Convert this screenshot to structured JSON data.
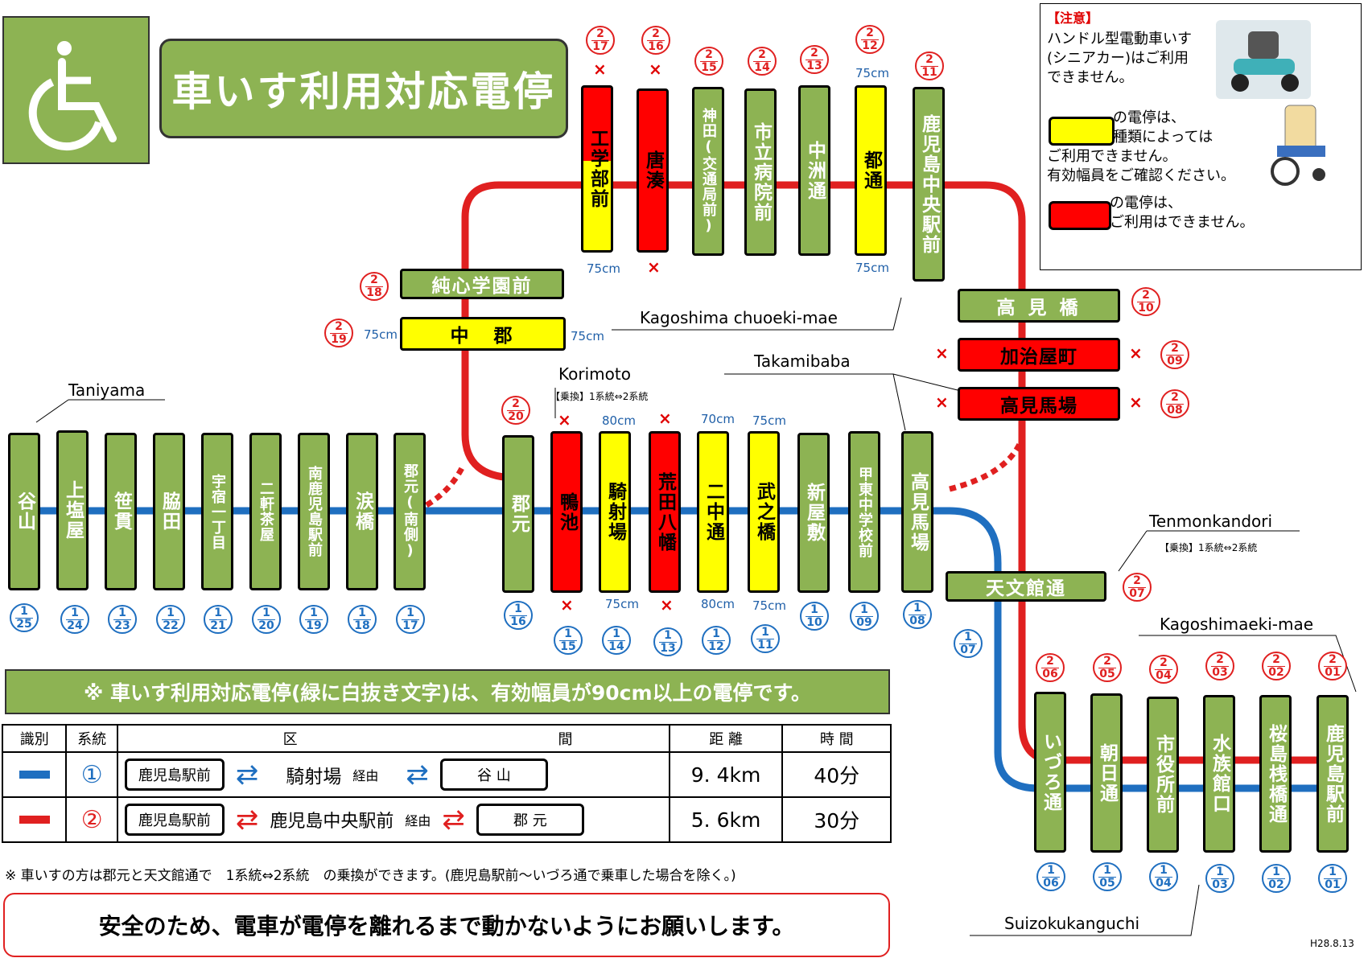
{
  "title": "車いす利用対応電停",
  "notice": {
    "heading": "【注意】",
    "line1": "ハンドル型電動車いす",
    "line2": "(シニアカー)はご利用",
    "line3": "できません。",
    "yellow_line1": "の電停は、",
    "yellow_line2": "種類によっては",
    "yellow_line3": "ご利用できません。",
    "yellow_line4": "有効幅員をご確認ください。",
    "red_line1": "の電停は、",
    "red_line2": "ご利用はできません。"
  },
  "colors": {
    "green": "#8db353",
    "yellow": "#ffff00",
    "red": "#ff0000",
    "line1_blue": "#1f6fc0",
    "line2_red": "#e02020"
  },
  "labels": {
    "taniyama": "Taniyama",
    "korimoto": "Korimoto",
    "korimoto_transfer": "【乗換】1系統⇔2系統",
    "takamibaba": "Takamibaba",
    "kagoshima_chuoeki": "Kagoshima chuoeki-mae",
    "tenmonkandori": "Tenmonkandori",
    "tenmon_transfer": "【乗換】1系統⇔2系統",
    "kagoshimaeki": "Kagoshimaeki-mae",
    "suizokukan": "Suizokukanguchi"
  },
  "stops": {
    "s1_25": {
      "name": "谷山",
      "num": "25"
    },
    "s1_24": {
      "name": "上塩屋",
      "num": "24"
    },
    "s1_23": {
      "name": "笹貫",
      "num": "23"
    },
    "s1_22": {
      "name": "脇田",
      "num": "22"
    },
    "s1_21": {
      "name": "宇宿一丁目",
      "num": "21"
    },
    "s1_20": {
      "name": "二軒茶屋",
      "num": "20"
    },
    "s1_19": {
      "name": "南鹿児島駅前",
      "num": "19"
    },
    "s1_18": {
      "name": "涙橋",
      "num": "18"
    },
    "s1_17": {
      "name": "郡元(南側)",
      "num": "17"
    },
    "s1_16": {
      "name": "郡元",
      "num": "16",
      "num2": "20"
    },
    "s1_15": {
      "name": "鴨池",
      "num": "15"
    },
    "s1_14": {
      "name": "騎射場",
      "num": "14"
    },
    "s1_13": {
      "name": "荒田八幡",
      "num": "13"
    },
    "s1_12": {
      "name": "二中通",
      "num": "12"
    },
    "s1_11": {
      "name": "武之橋",
      "num": "11"
    },
    "s1_10": {
      "name": "新屋敷",
      "num": "10"
    },
    "s1_09": {
      "name": "甲東中学校前",
      "num": "09"
    },
    "s1_08": {
      "name": "高見馬場",
      "num": "08"
    },
    "s1_07": {
      "name": "天文館通",
      "num": "07",
      "num2": "07"
    },
    "s1_06": {
      "name": "いづろ通",
      "num": "06",
      "num2": "06"
    },
    "s1_05": {
      "name": "朝日通",
      "num": "05",
      "num2": "05"
    },
    "s1_04": {
      "name": "市役所前",
      "num": "04",
      "num2": "04"
    },
    "s1_03": {
      "name": "水族館口",
      "num": "03",
      "num2": "03"
    },
    "s1_02": {
      "name": "桜島桟橋通",
      "num": "02",
      "num2": "02"
    },
    "s1_01": {
      "name": "鹿児島駅前",
      "num": "01",
      "num2": "01"
    },
    "s2_17": {
      "name": "工学部前",
      "num": "17"
    },
    "s2_16": {
      "name": "唐湊",
      "num": "16"
    },
    "s2_15": {
      "name": "神田(交通局前)",
      "num": "15"
    },
    "s2_14": {
      "name": "市立病院前",
      "num": "14"
    },
    "s2_13": {
      "name": "中洲通",
      "num": "13"
    },
    "s2_12": {
      "name": "都通",
      "num": "12"
    },
    "s2_11": {
      "name": "鹿児島中央駅前",
      "num": "11"
    },
    "s2_18": {
      "name": "純心学園前",
      "num": "18"
    },
    "s2_19": {
      "name": "中　郡",
      "num": "19"
    },
    "s2_10": {
      "name": "高 見 橋",
      "num": "10"
    },
    "s2_09": {
      "name": "加治屋町",
      "num": "09"
    },
    "s2_08": {
      "name": "高見馬場",
      "num": "08"
    }
  },
  "line_labels": {
    "one": "1",
    "two": "2"
  },
  "widths": {
    "w75": "75cm",
    "w80": "80cm",
    "w70": "70cm"
  },
  "mark_x": "×",
  "banner": "※ 車いす利用対応電停(緑に白抜き文字)は、有効幅員が90cm以上の電停です。",
  "table": {
    "headers": [
      "識別",
      "系統",
      "区",
      "間",
      "距 離",
      "時 間"
    ],
    "rows": [
      {
        "route": "①",
        "from": "鹿児島駅前",
        "via": "騎射場",
        "via_suffix": "経由",
        "to": "谷 山",
        "distance": "9. 4km",
        "time": "40分"
      },
      {
        "route": "②",
        "from": "鹿児島駅前",
        "via": "鹿児島中央駅前",
        "via_suffix": "経由",
        "to": "郡 元",
        "distance": "5. 6km",
        "time": "30分"
      }
    ]
  },
  "footnote": "※ 車いすの方は郡元と天文館通で　1系統⇔2系統　の乗換ができます。(鹿児島駅前～いづろ通で乗車した場合を除く。)",
  "safety": "安全のため、電車が電停を離れるまで動かないようにお願いします。",
  "date": "H28.8.13"
}
